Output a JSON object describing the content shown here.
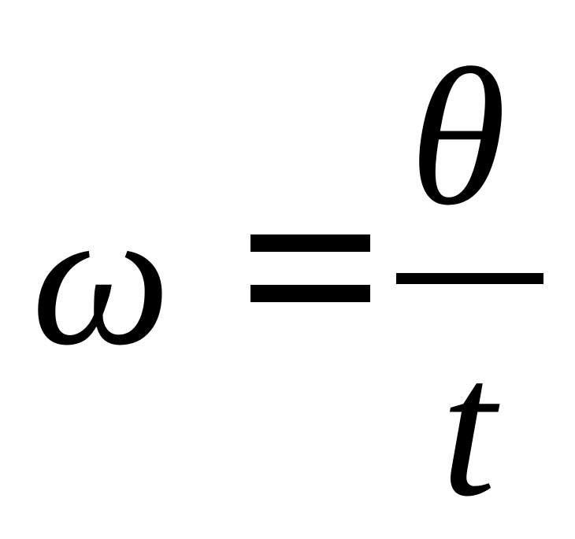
{
  "equation": {
    "lhs": "ω",
    "operator": "=",
    "numerator": "θ",
    "denominator": "t"
  }
}
